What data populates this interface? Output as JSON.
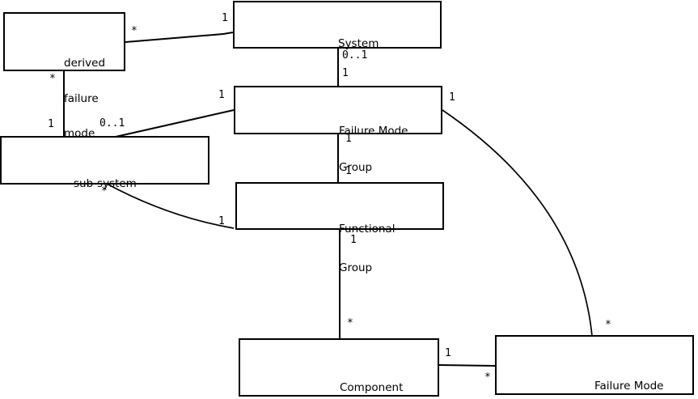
{
  "diagram": {
    "background_color": "#ffffff",
    "box_fill_color": "#ffffff",
    "box_border_color": "#000000",
    "line_color": "#000000",
    "text_color": "#000000",
    "nodes": [
      {
        "id": "derived-failure-mode",
        "name": "derived failure mode",
        "lines": [
          "derived",
          "failure",
          "mode"
        ]
      },
      {
        "id": "system",
        "name": "System",
        "lines": [
          "System"
        ]
      },
      {
        "id": "failure-mode-group",
        "name": "Failure Mode Group",
        "lines": [
          "Failure Mode",
          "Group"
        ]
      },
      {
        "id": "sub-system",
        "name": "sub-system",
        "lines": [
          "sub-system"
        ]
      },
      {
        "id": "functional-group",
        "name": "Functional Group",
        "lines": [
          "Functional",
          "Group"
        ]
      },
      {
        "id": "component",
        "name": "Component",
        "lines": [
          "Component"
        ]
      },
      {
        "id": "failure-mode",
        "name": "Failure Mode",
        "lines": [
          "Failure Mode"
        ]
      }
    ],
    "associations": [
      {
        "end1": {
          "node": "derived failure mode",
          "mult": "*"
        },
        "end2": {
          "node": "System",
          "mult": "1"
        }
      },
      {
        "end1": {
          "node": "System",
          "mult": "0..1"
        },
        "end2": {
          "node": "Failure Mode Group",
          "mult": "1"
        }
      },
      {
        "end1": {
          "node": "derived failure mode",
          "mult": "*"
        },
        "end2": {
          "node": "sub-system",
          "mult": "1"
        }
      },
      {
        "end1": {
          "node": "Failure Mode Group",
          "mult": "1"
        },
        "end2": {
          "node": "sub-system",
          "mult": "0..1"
        }
      },
      {
        "end1": {
          "node": "Failure Mode Group",
          "mult": "1"
        },
        "end2": {
          "node": "Functional Group",
          "mult": "1"
        }
      },
      {
        "end1": {
          "node": "sub-system",
          "mult": "*"
        },
        "end2": {
          "node": "Functional Group",
          "mult": "1"
        }
      },
      {
        "end1": {
          "node": "Functional Group",
          "mult": "1"
        },
        "end2": {
          "node": "Component",
          "mult": "*"
        }
      },
      {
        "end1": {
          "node": "Component",
          "mult": "1"
        },
        "end2": {
          "node": "Failure Mode",
          "mult": "*"
        }
      },
      {
        "end1": {
          "node": "Failure Mode Group",
          "mult": "1"
        },
        "end2": {
          "node": "Failure Mode",
          "mult": "*"
        }
      }
    ]
  }
}
